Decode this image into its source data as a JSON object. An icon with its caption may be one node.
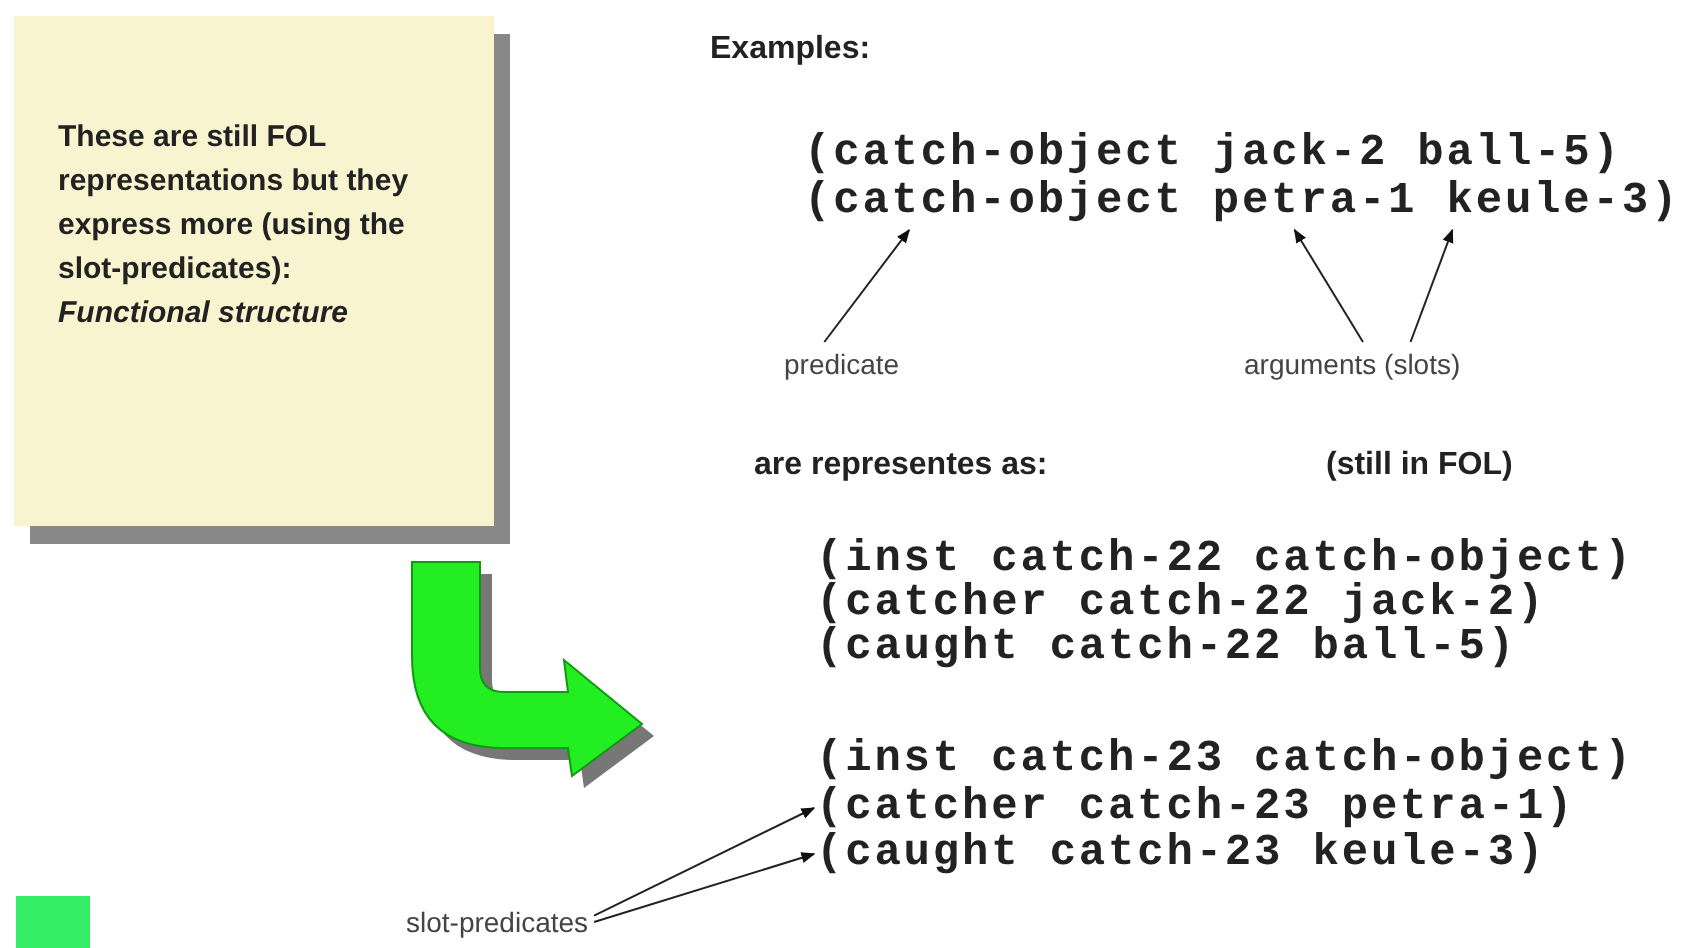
{
  "diagram": {
    "nodes": [
      {
        "text": [
          "These are still FOL representations but they express more (using the slot-predicates):",
          "Functional structure"
        ]
      },
      {
        "text": [
          "(catch-object jack-2 ball-5)"
        ]
      },
      {
        "text": [
          "(catch-object petra-1 keule-3)"
        ]
      },
      {
        "text": [
          "predicate"
        ]
      },
      {
        "text": [
          "arguments (slots)"
        ]
      },
      {
        "text": [
          "(inst catch-22 catch-object)"
        ]
      },
      {
        "text": [
          "(catcher catch-22 jack-2)"
        ]
      },
      {
        "text": [
          "(caught catch-22 ball-5)"
        ]
      },
      {
        "text": [
          "(inst catch-23 catch-object)"
        ]
      },
      {
        "text": [
          "(catcher catch-23 petra-1)"
        ]
      },
      {
        "text": [
          "(caught catch-23 keule-3)"
        ]
      },
      {
        "text": [
          "slot-predicates"
        ]
      }
    ],
    "edges": [
      {
        "from": 3,
        "to": 2,
        "arrow": "to"
      },
      {
        "from": 4,
        "to": 2,
        "arrow": "to"
      },
      {
        "from": 4,
        "to": 2,
        "arrow": "to"
      },
      {
        "from": 11,
        "to": 9,
        "arrow": "to"
      },
      {
        "from": 11,
        "to": 10,
        "arrow": "to"
      }
    ],
    "labels": [
      "Examples:",
      "are representes as:",
      "(still in FOL)"
    ]
  }
}
